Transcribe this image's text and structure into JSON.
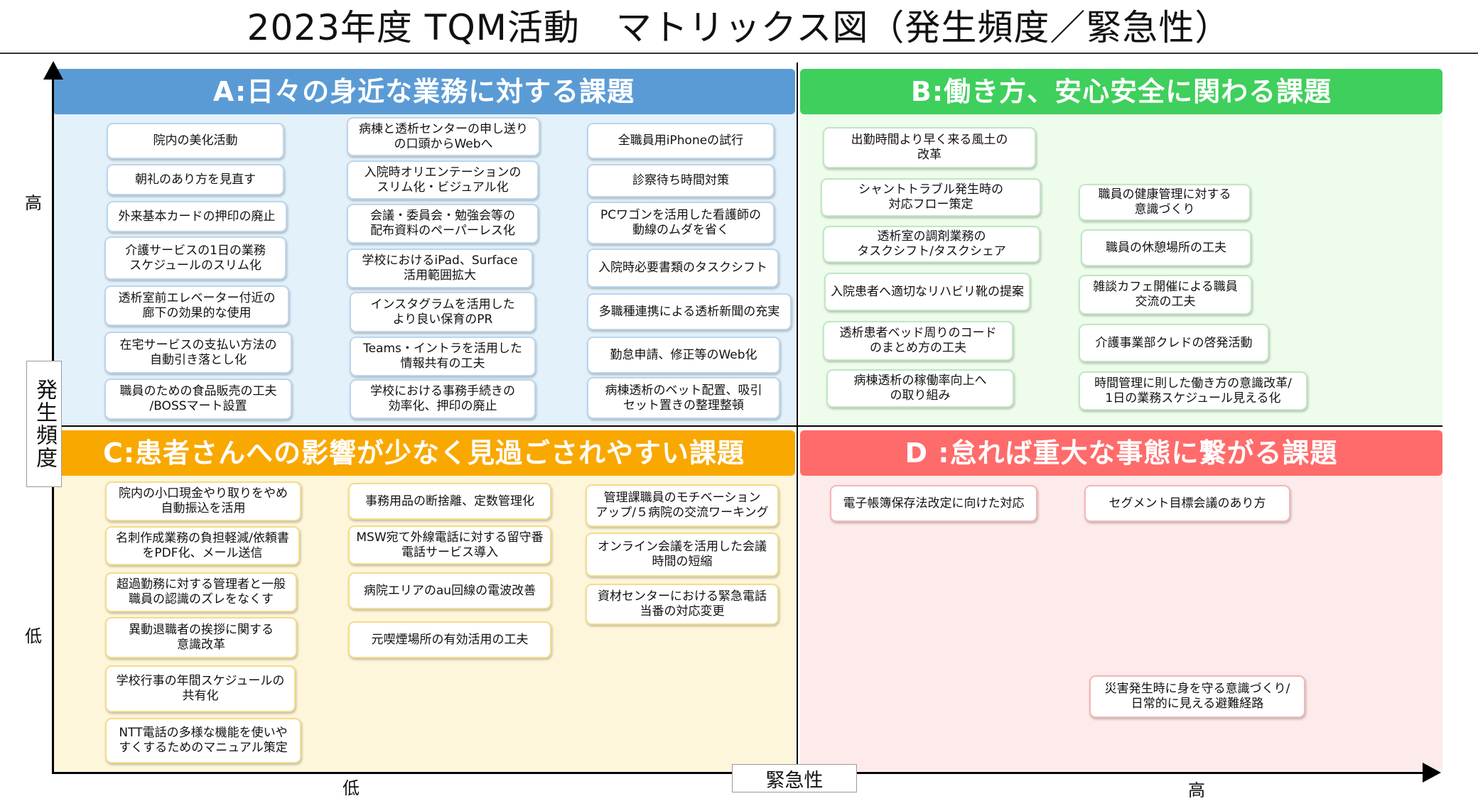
{
  "title": "2023年度 TQM活動　マトリックス図（発生頻度／緊急性）",
  "axes": {
    "y_label": "発生頻度",
    "y_high": "高",
    "y_low": "低",
    "x_label": "緊急性",
    "x_low": "低",
    "x_high": "高"
  },
  "quadrants": {
    "a": {
      "header": "A:日々の身近な業務に対する課題",
      "items": [
        "院内の美化活動",
        "朝礼のあり方を見直す",
        "外来基本カードの押印の廃止",
        "介護サービスの1日の業務\nスケジュールのスリム化",
        "透析室前エレベーター付近の\n廊下の効果的な使用",
        "在宅サービスの支払い方法の\n自動引き落とし化",
        "職員のための食品販売の工夫\n/BOSSマート設置",
        "病棟と透析センターの申し送り\nの口頭からWebへ",
        "入院時オリエンテーションの\nスリム化・ビジュアル化",
        "会議・委員会・勉強会等の\n配布資料のペーパーレス化",
        "学校におけるiPad、Surface\n活用範囲拡大",
        "インスタグラムを活用した\nより良い保育のPR",
        "Teams・イントラを活用した\n情報共有の工夫",
        "学校における事務手続きの\n効率化、押印の廃止",
        "全職員用iPhoneの試行",
        "診察待ち時間対策",
        "PCワゴンを活用した看護師の\n動線のムダを省く",
        "入院時必要書類のタスクシフト",
        "多職種連携による透析新聞の充実",
        "勤怠申請、修正等のWeb化",
        "病棟透析のベット配置、吸引\nセット置きの整理整頓"
      ]
    },
    "b": {
      "header": "B:働き方、安心安全に関わる課題",
      "items": [
        "出勤時間より早く来る風土の\n改革",
        "シャントトラブル発生時の\n対応フロー策定",
        "透析室の調剤業務の\nタスクシフト/タスクシェア",
        "入院患者へ適切なリハビリ靴の提案",
        "透析患者ベッド周りのコード\nのまとめ方の工夫",
        "病棟透析の稼働率向上へ\nの取り組み",
        "職員の健康管理に対する\n意識づくり",
        "職員の休憩場所の工夫",
        "雑談カフェ開催による職員\n交流の工夫",
        "介護事業部クレドの啓発活動",
        "時間管理に則した働き方の意識改革/\n1日の業務スケジュール見える化"
      ]
    },
    "c": {
      "header": "C:患者さんへの影響が少なく見過ごされやすい課題",
      "items": [
        "院内の小口現金やり取りをやめ\n自動振込を活用",
        "名刺作成業務の負担軽減/依頼書\nをPDF化、メール送信",
        "超過勤務に対する管理者と一般\n職員の認識のズレをなくす",
        "異動退職者の挨拶に関する\n意識改革",
        "学校行事の年間スケジュールの\n共有化",
        "NTT電話の多様な機能を使いや\nすくするためのマニュアル策定",
        "事務用品の断捨離、定数管理化",
        "MSW宛て外線電話に対する留守番\n電話サービス導入",
        "病院エリアのau回線の電波改善",
        "元喫煙場所の有効活用の工夫",
        "管理課職員のモチベーション\nアップ/５病院の交流ワーキング",
        "オンライン会議を活用した会議\n時間の短縮",
        "資材センターにおける緊急電話\n当番の対応変更"
      ]
    },
    "d": {
      "header": "D :怠れば重大な事態に繋がる課題",
      "items": [
        "電子帳簿保存法改定に向けた対応",
        "セグメント目標会議のあり方",
        "災害発生時に身を守る意識づくり/\n日常的に見える避難経路"
      ]
    }
  }
}
